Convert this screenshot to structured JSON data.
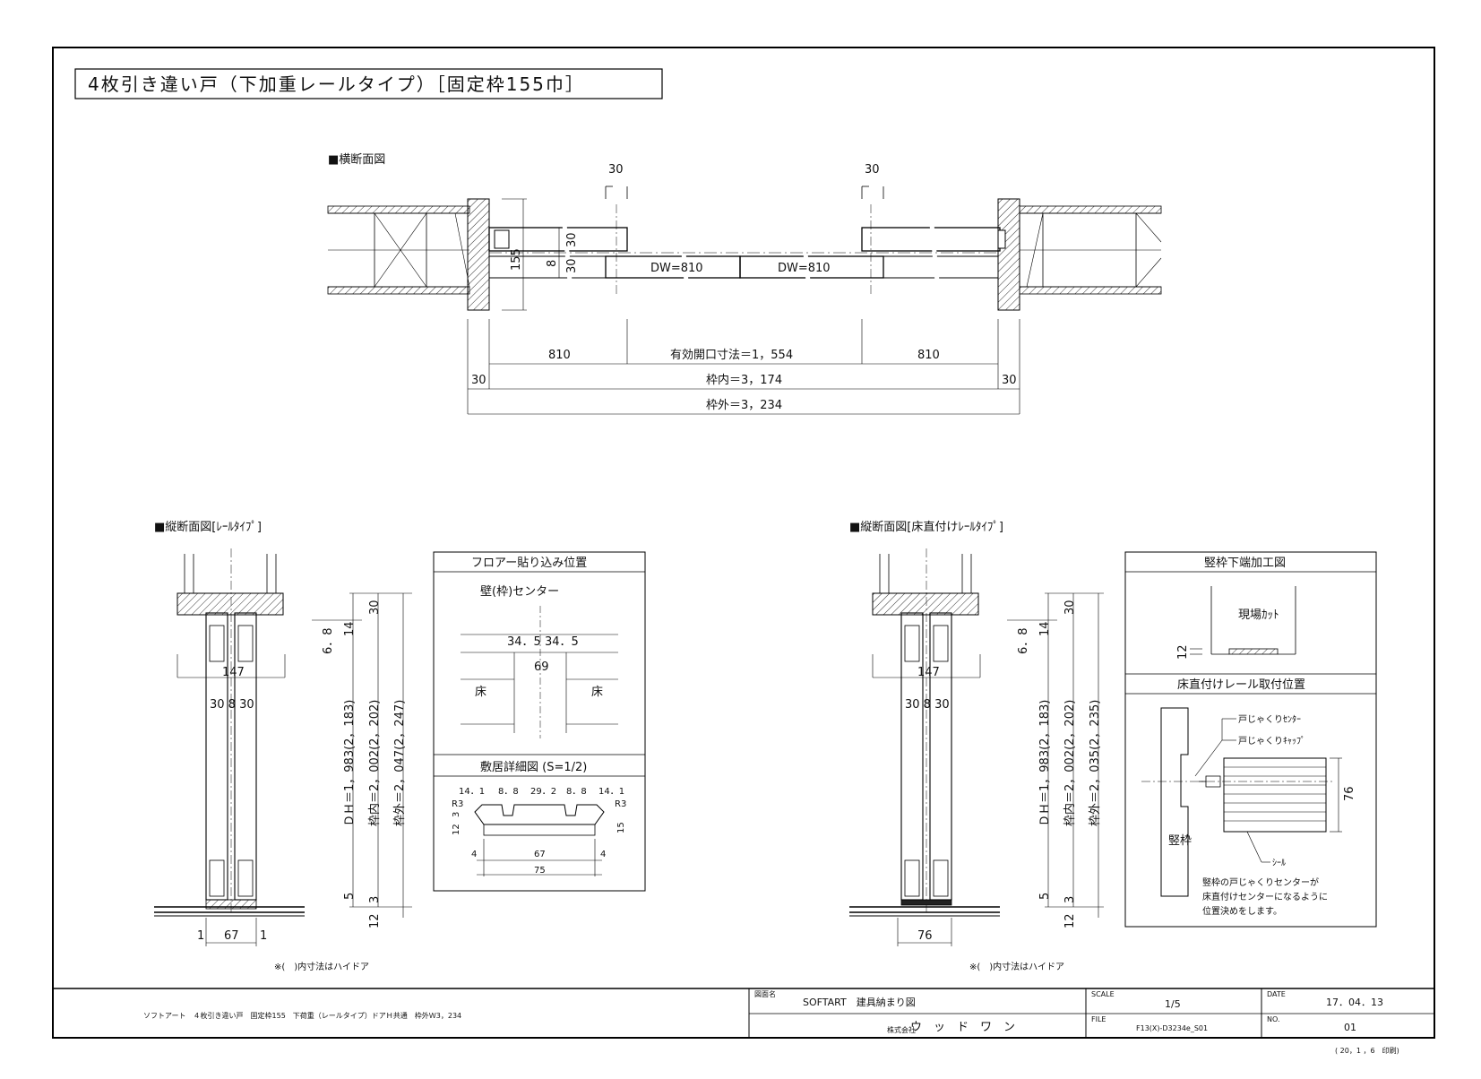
{
  "title": "4枚引き違い戸（下加重レールタイプ）［固定枠155巾］",
  "plan": {
    "heading": "■横断面図",
    "dim_30_left": "30",
    "dim_30_right": "30",
    "dim_155": "155",
    "dim_8": "8",
    "dim_30_a": "30",
    "dim_30_b": "30",
    "dw_left": "DW=810",
    "dw_right": "DW=810",
    "dim_810_left": "810",
    "dim_opening": "有効開口寸法＝1，554",
    "dim_810_right": "810",
    "dim_30_frame_left": "30",
    "dim_inner": "枠内＝3，174",
    "dim_30_frame_right": "30",
    "dim_outer": "枠外＝3，234"
  },
  "left_section": {
    "heading": "■縦断面図[ﾚｰﾙﾀｲﾌﾟ]",
    "dim_147": "147",
    "dim_30830": "30 8 30",
    "dim_68": "6．8",
    "dim_14": "14",
    "dim_30top": "30",
    "dim_dh": "ＤＨ＝1，983(2，183)",
    "dim_inner": "枠内＝2，002(2，202)",
    "dim_outer": "枠外＝2，047(2，247)",
    "dim_5": "5",
    "dim_3": "3",
    "dim_12": "12",
    "dim_1a": "1",
    "dim_67": "67",
    "dim_1b": "1",
    "note": "※(　)内寸法はハイドア"
  },
  "floor_panel": {
    "heading": "フロアー貼り込み位置",
    "sub": "壁(枠)センター",
    "dim_345a": "34．5",
    "dim_345b": "34．5",
    "dim_69": "69",
    "floor_left": "床",
    "floor_right": "床"
  },
  "sill_panel": {
    "heading": "敷居詳細図 (S=1/2)",
    "d1": "14．1",
    "d2": "8．8",
    "d3": "29．2",
    "d4": "8．8",
    "d5": "14．1",
    "r_left": "R3",
    "r_right": "R3",
    "d12": "12",
    "d3b": "3",
    "d15": "15",
    "d4a": "4",
    "d67": "67",
    "d4b": "4",
    "d75": "75"
  },
  "right_section": {
    "heading": "■縦断面図[床直付けﾚｰﾙﾀｲﾌﾟ]",
    "dim_147": "147",
    "dim_30830": "30 8 30",
    "dim_68": "6．8",
    "dim_14": "14",
    "dim_30top": "30",
    "dim_dh": "ＤＨ＝1，983(2，183)",
    "dim_inner": "枠内＝2，002(2，202)",
    "dim_outer": "枠外＝2，035(2，235)",
    "dim_5": "5",
    "dim_3": "3",
    "dim_12": "12",
    "dim_76": "76",
    "note": "※(　)内寸法はハイドア"
  },
  "jamb_panel": {
    "heading": "竪枠下端加工図",
    "cut": "現場ｶｯﾄ",
    "dim_12": "12"
  },
  "rail_panel": {
    "heading": "床直付けレール取付位置",
    "label_center": "戸じゃくりｾﾝﾀｰ",
    "label_cap": "戸じゃくりｷｬｯﾌﾟ",
    "dim_76": "76",
    "jamb": "竪枠",
    "seal": "ｼｰﾙ",
    "note1": "竪枠の戸じゃくりセンターが",
    "note2": "床直付けセンターになるように",
    "note3": "位置決めをします。"
  },
  "title_block": {
    "description": "ソフトアート　４枚引き違い戸　固定枠155　下荷重（レールタイプ）ドアＨ共通　枠外Ｗ3，234",
    "drawing_name_label": "図面名",
    "drawing_name": "SOFTART　建具納まり図",
    "company_label": "株式会社",
    "company": "ウ　ッ　ド　ワ　ン",
    "scale_label": "SCALE",
    "scale": "1/5",
    "file_label": "FILE",
    "file": "F13(X)-D3234e_S01",
    "date_label": "DATE",
    "date": "17．04．13",
    "no_label": "NO.",
    "no": "01",
    "print_date": "( 20，1 ，6　印刷)"
  }
}
